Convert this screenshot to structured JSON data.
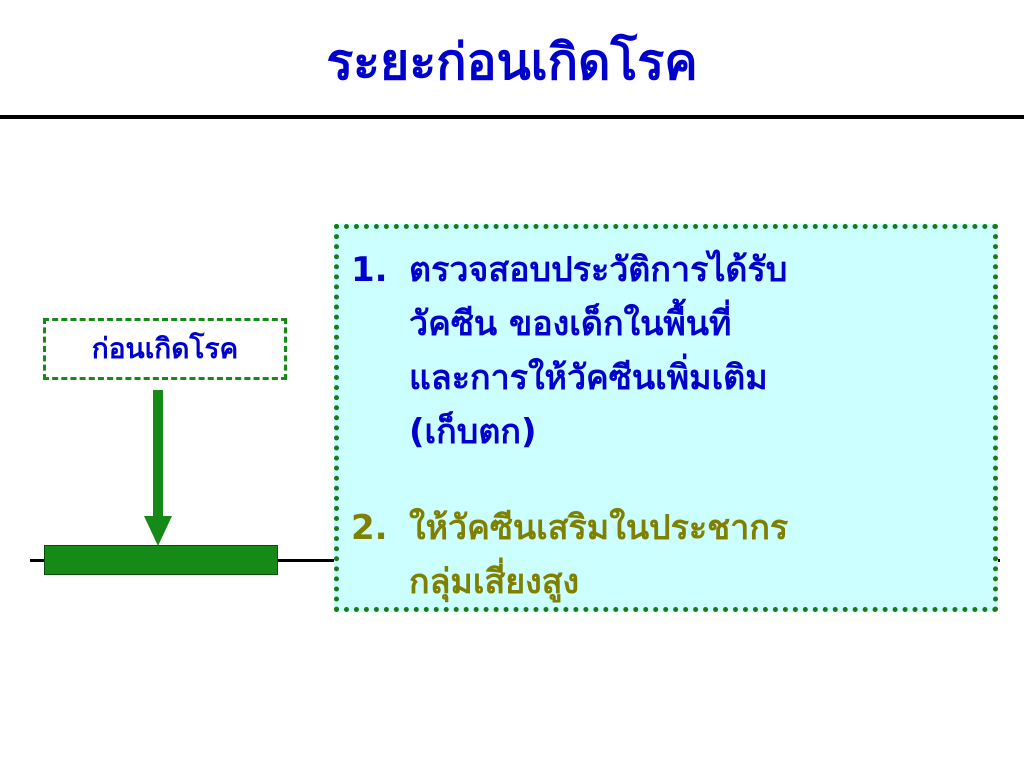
{
  "title": "ระยะก่อนเกิดโรค",
  "phase_label": "ก่อนเกิดโรค",
  "items": [
    {
      "number": "1.",
      "text": "ตรวจสอบประวัติการได้รับ\nวัคซีน ของเด็กในพื้นที่\nและการให้วัคซีนเพิ่มเติม\n(เก็บตก)"
    },
    {
      "number": "2.",
      "text": "ให้วัคซีนเสริมในประชากร\nกลุ่มเสี่ยงสูง"
    }
  ],
  "colors": {
    "title": "#0000cc",
    "item1": "#0000cc",
    "item2": "#808000",
    "phase_green": "#168a16",
    "info_background": "#ccffff"
  }
}
